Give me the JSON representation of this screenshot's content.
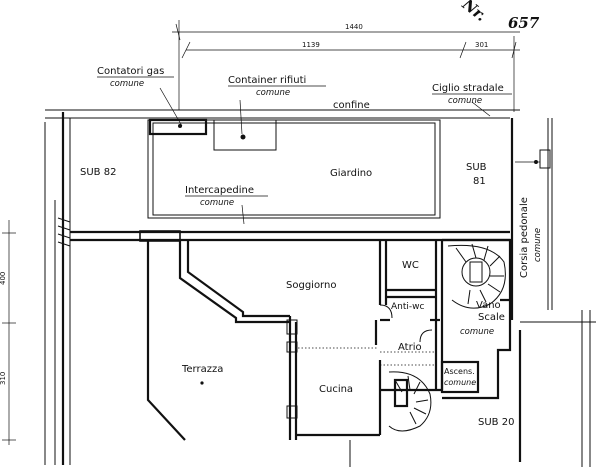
{
  "header": {
    "nr_label": "Nr.",
    "number": "657"
  },
  "dimensions": {
    "d1440": "1440",
    "d1139": "1139",
    "d301": "301",
    "d400": "400",
    "d310": "310"
  },
  "labels": {
    "contatori_gas": "Contatori gas",
    "contatori_gas_sub": "comune",
    "container_rifiuti": "Container rifiuti",
    "container_rifiuti_sub": "comune",
    "ciglio_stradale": "Ciglio stradale",
    "ciglio_stradale_sub": "comune",
    "confine": "confine",
    "sub82": "SUB 82",
    "giardino": "Giardino",
    "sub81_a": "SUB",
    "sub81_b": "81",
    "intercapedine": "Intercapedine",
    "intercapedine_sub": "comune",
    "corsia_a": "Corsia pedonale",
    "corsia_b": "comune",
    "wc": "WC",
    "soggiorno": "Soggiorno",
    "antiwc": "Anti-wc",
    "vano": "Vano",
    "scale": "Scale",
    "vano_sub": "comune",
    "atrio": "Atrio",
    "terrazza": "Terrazza",
    "cucina": "Cucina",
    "ascens_a": "Ascens.",
    "ascens_b": "comune",
    "sub20": "SUB 20"
  }
}
